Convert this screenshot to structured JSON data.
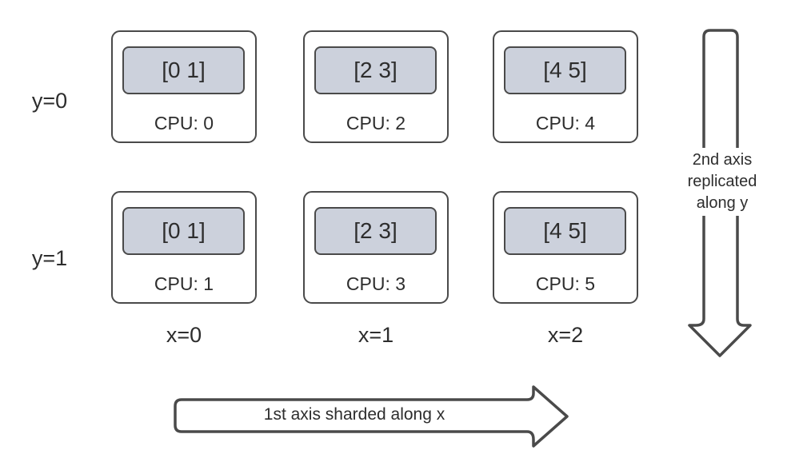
{
  "colors": {
    "stroke": "#4a4a4a",
    "text": "#2d2d2d",
    "shard_fill": "#ccd1dc",
    "bg": "#ffffff"
  },
  "grid": {
    "row_labels": [
      "y=0",
      "y=1"
    ],
    "col_labels": [
      "x=0",
      "x=1",
      "x=2"
    ],
    "devices": [
      {
        "shard": "[0 1]",
        "cpu": "CPU: 0"
      },
      {
        "shard": "[2 3]",
        "cpu": "CPU: 2"
      },
      {
        "shard": "[4 5]",
        "cpu": "CPU: 4"
      },
      {
        "shard": "[0 1]",
        "cpu": "CPU: 1"
      },
      {
        "shard": "[2 3]",
        "cpu": "CPU: 3"
      },
      {
        "shard": "[4 5]",
        "cpu": "CPU: 5"
      }
    ]
  },
  "arrows": {
    "x_axis": {
      "label": "1st axis sharded along x"
    },
    "y_axis": {
      "lines": [
        "2nd axis",
        "replicated",
        "along y"
      ]
    }
  }
}
